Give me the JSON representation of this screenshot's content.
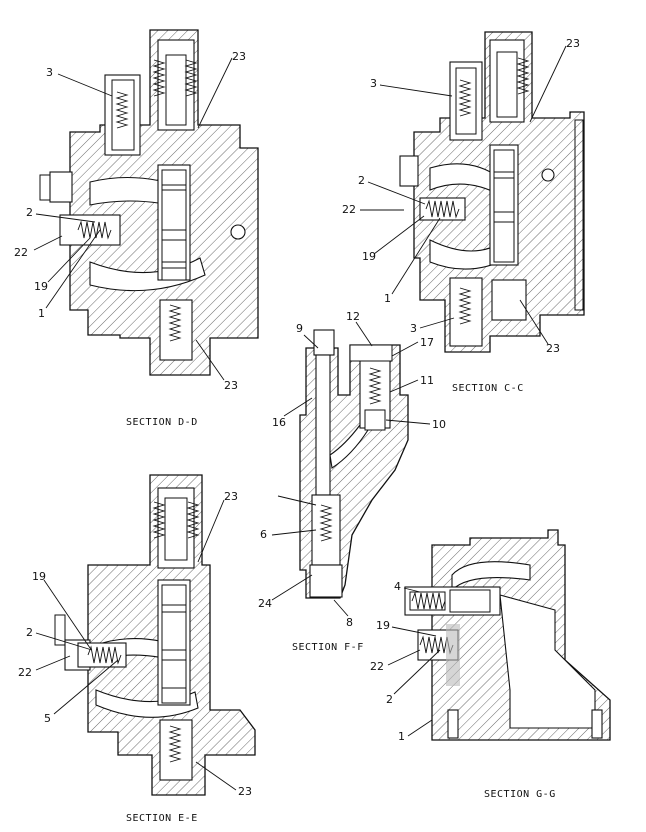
{
  "sections": [
    {
      "id": "dd",
      "caption": "SECTION D-D",
      "labels": [
        "3",
        "23",
        "2",
        "22",
        "19",
        "1",
        "23"
      ]
    },
    {
      "id": "cc",
      "caption": "SECTION C-C",
      "labels": [
        "3",
        "23",
        "2",
        "22",
        "19",
        "1",
        "3",
        "23"
      ]
    },
    {
      "id": "ff",
      "caption": "SECTION F-F",
      "labels": [
        "9",
        "12",
        "17",
        "11",
        "16",
        "10",
        "6",
        "24",
        "8"
      ]
    },
    {
      "id": "ee",
      "caption": "SECTION E-E",
      "labels": [
        "23",
        "19",
        "2",
        "22",
        "5",
        "23"
      ]
    },
    {
      "id": "gg",
      "caption": "SECTION G-G",
      "labels": [
        "4",
        "19",
        "22",
        "2",
        "1"
      ]
    }
  ]
}
